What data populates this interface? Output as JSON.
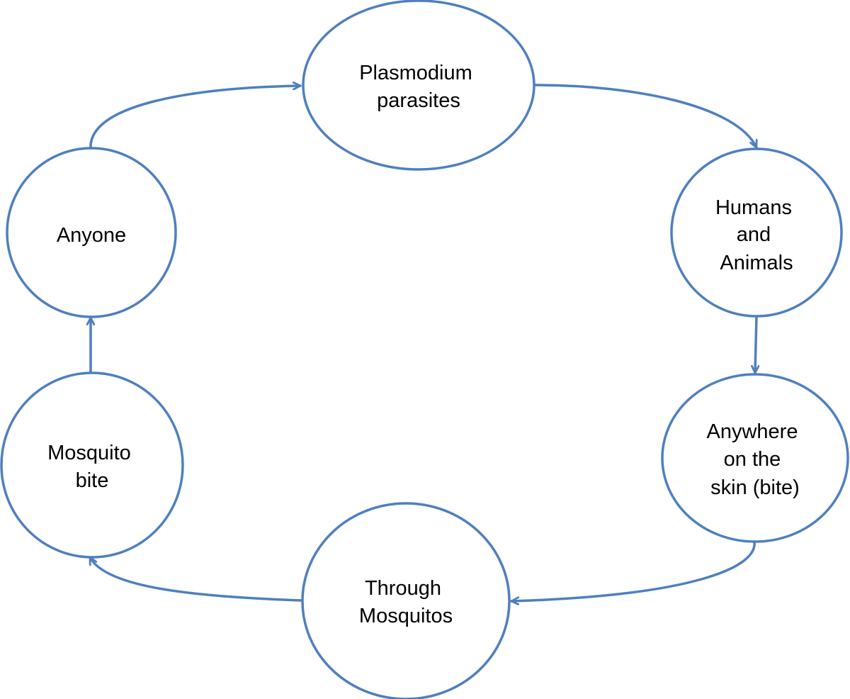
{
  "diagram": {
    "title": "",
    "colors": {
      "stroke": "#4f7fbf",
      "fill": "#ffffff",
      "text": "#000000"
    },
    "nodes": [
      {
        "id": "plasmodium",
        "lines": [
          "Plasmodium",
          "parasites"
        ]
      },
      {
        "id": "humans",
        "lines": [
          "Humans",
          "and",
          "Animals"
        ]
      },
      {
        "id": "anywhere",
        "lines": [
          "Anywhere",
          "on the",
          "skin (bite)"
        ]
      },
      {
        "id": "through",
        "lines": [
          "Through",
          "Mosquitos"
        ]
      },
      {
        "id": "mosquito",
        "lines": [
          "Mosquito",
          "bite"
        ]
      },
      {
        "id": "anyone",
        "lines": [
          "Anyone"
        ]
      }
    ],
    "edges": [
      {
        "from": "plasmodium",
        "to": "humans"
      },
      {
        "from": "humans",
        "to": "anywhere"
      },
      {
        "from": "anywhere",
        "to": "through"
      },
      {
        "from": "through",
        "to": "mosquito"
      },
      {
        "from": "mosquito",
        "to": "anyone"
      },
      {
        "from": "anyone",
        "to": "plasmodium"
      }
    ]
  }
}
